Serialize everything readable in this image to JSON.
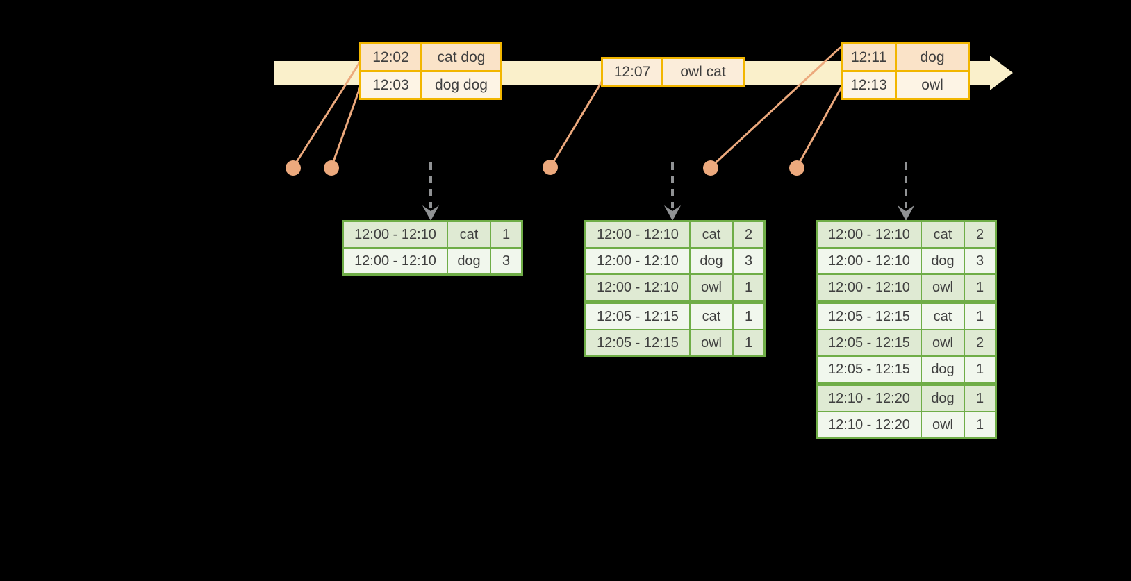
{
  "diagram": {
    "background": "#000000",
    "colors": {
      "timeline_fill": "#FAF0CB",
      "event_table_border": "#F2B600",
      "event_row_dark": "#FAE3C8",
      "event_row_medium": "#FBEDDA",
      "event_row_light": "#FDF4E5",
      "connector_salmon": "#ECA97D",
      "result_table_border": "#6FAD47",
      "result_row_dark": "#DFEAD3",
      "result_row_light": "#F1F7ED",
      "trigger_arrow_gray": "#909294",
      "text": "#3F3F3F"
    },
    "event_tables": [
      {
        "name": "events-batch-1",
        "rows": [
          {
            "time": "12:02",
            "words": "cat dog"
          },
          {
            "time": "12:03",
            "words": "dog dog"
          }
        ]
      },
      {
        "name": "events-batch-2",
        "rows": [
          {
            "time": "12:07",
            "words": "owl cat"
          }
        ]
      },
      {
        "name": "events-batch-3",
        "rows": [
          {
            "time": "12:11",
            "words": "dog"
          },
          {
            "time": "12:13",
            "words": "owl"
          }
        ]
      }
    ],
    "result_tables": [
      {
        "name": "counts-after-trigger-1",
        "group_breaks": [],
        "rows": [
          {
            "window": "12:00 - 12:10",
            "word": "cat",
            "count": "1"
          },
          {
            "window": "12:00 - 12:10",
            "word": "dog",
            "count": "3"
          }
        ]
      },
      {
        "name": "counts-after-trigger-2",
        "group_breaks": [
          3
        ],
        "rows": [
          {
            "window": "12:00 - 12:10",
            "word": "cat",
            "count": "2"
          },
          {
            "window": "12:00 - 12:10",
            "word": "dog",
            "count": "3"
          },
          {
            "window": "12:00 - 12:10",
            "word": "owl",
            "count": "1"
          },
          {
            "window": "12:05 - 12:15",
            "word": "cat",
            "count": "1"
          },
          {
            "window": "12:05 - 12:15",
            "word": "owl",
            "count": "1"
          }
        ]
      },
      {
        "name": "counts-after-trigger-3",
        "group_breaks": [
          3,
          6
        ],
        "rows": [
          {
            "window": "12:00 - 12:10",
            "word": "cat",
            "count": "2"
          },
          {
            "window": "12:00 - 12:10",
            "word": "dog",
            "count": "3"
          },
          {
            "window": "12:00 - 12:10",
            "word": "owl",
            "count": "1"
          },
          {
            "window": "12:05 - 12:15",
            "word": "cat",
            "count": "1"
          },
          {
            "window": "12:05 - 12:15",
            "word": "owl",
            "count": "2"
          },
          {
            "window": "12:05 - 12:15",
            "word": "dog",
            "count": "1"
          },
          {
            "window": "12:10 - 12:20",
            "word": "dog",
            "count": "1"
          },
          {
            "window": "12:10 - 12:20",
            "word": "owl",
            "count": "1"
          }
        ]
      }
    ]
  }
}
